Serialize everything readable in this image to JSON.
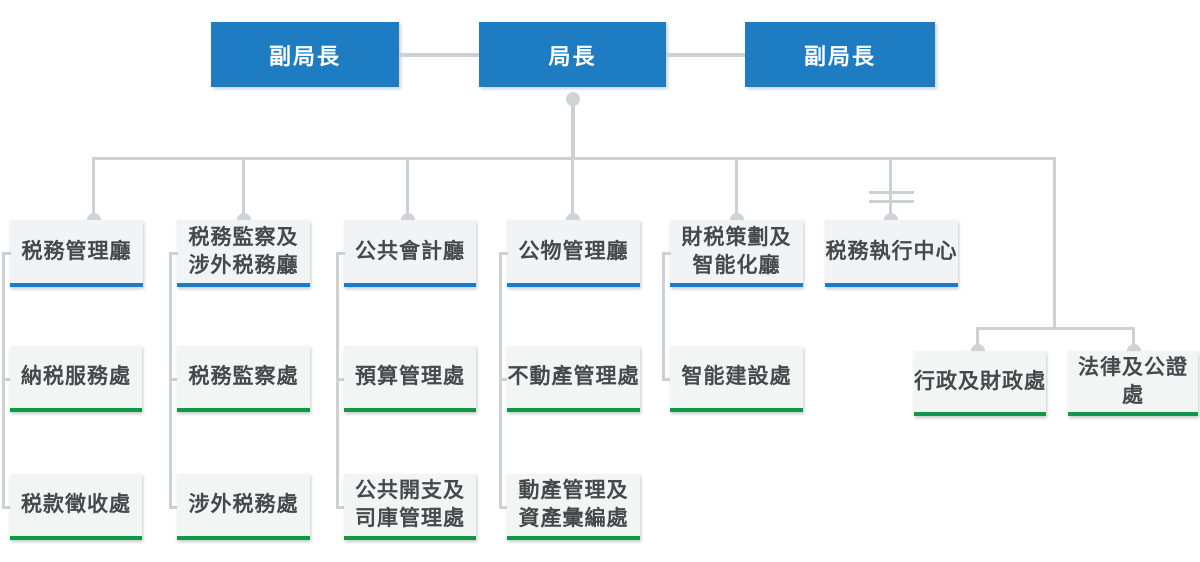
{
  "top_row": {
    "deputy_left": "副局長",
    "director": "局長",
    "deputy_right": "副局長"
  },
  "departments": [
    {
      "name": "税務管理廳",
      "divisions": [
        "納税服務處",
        "税款徵收處"
      ]
    },
    {
      "name": "税務監察及\n涉外税務廳",
      "divisions": [
        "税務監察處",
        "涉外税務處"
      ]
    },
    {
      "name": "公共會計廳",
      "divisions": [
        "預算管理處",
        "公共開支及\n司庫管理處"
      ]
    },
    {
      "name": "公物管理廳",
      "divisions": [
        "不動產管理處",
        "動產管理及\n資產彙編處"
      ]
    },
    {
      "name": "財税策劃及\n智能化廳",
      "divisions": [
        "智能建設處"
      ]
    },
    {
      "name": "税務執行中心",
      "divisions": []
    }
  ],
  "direct_units": [
    "行政及財政處",
    "法律及公證處"
  ],
  "colors": {
    "executive_blue": "#1d7cc2",
    "department_border_blue": "#1a7cc8",
    "division_border_green": "#0f9845",
    "connector_gray": "#cdd1d4",
    "box_background": "#f0f4f7",
    "text_gray": "#45494c"
  }
}
